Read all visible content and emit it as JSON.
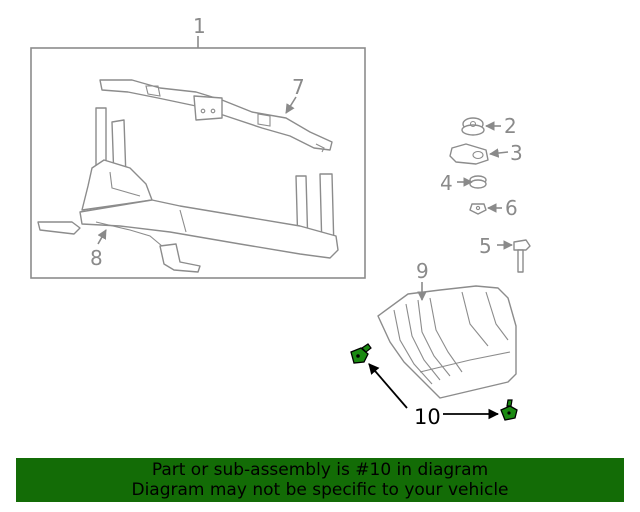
{
  "callouts": {
    "c1": "1",
    "c2": "2",
    "c3": "3",
    "c4": "4",
    "c5": "5",
    "c6": "6",
    "c7": "7",
    "c8": "8",
    "c9": "9",
    "c10": "10"
  },
  "highlight_part": "10",
  "colors": {
    "highlight_fill": "#1b8a12",
    "banner_background": "#136c06",
    "line_gray": "#8c8c8c"
  },
  "banner": {
    "line1": "Part or sub-assembly is #10 in diagram",
    "line2": "Diagram may not be specific to your vehicle"
  }
}
